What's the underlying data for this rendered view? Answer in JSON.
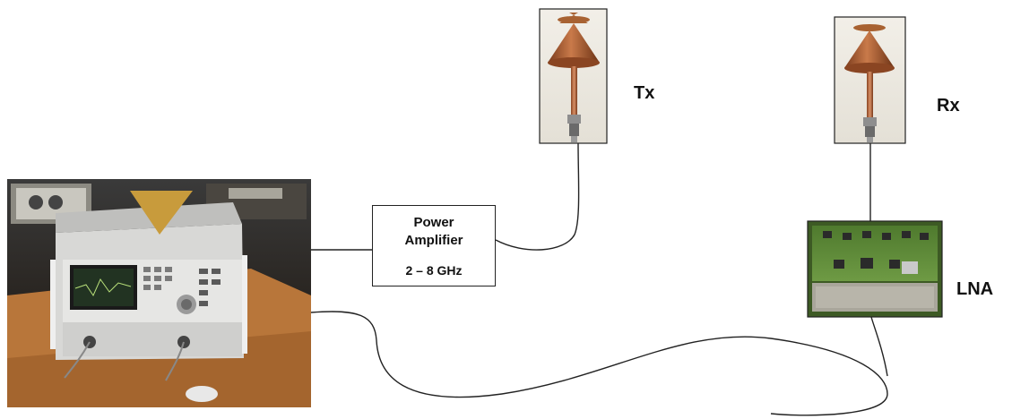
{
  "labels": {
    "tx": "Tx",
    "rx": "Rx",
    "lna": "LNA",
    "power_amplifier_line1": "Power",
    "power_amplifier_line2": "Amplifier",
    "power_amplifier_range": "2 – 8 GHz"
  },
  "colors": {
    "copper": "#b8663a",
    "pcb_green": "#5f8a3a",
    "wire": "#222222",
    "instrument_gray": "#d9d9d9",
    "table_wood": "#c8823f"
  },
  "icons": {
    "tx_antenna": "conical-antenna-photo",
    "rx_antenna": "conical-antenna-photo",
    "vna": "network-analyzer-photo",
    "lna_board": "circuit-board-photo"
  }
}
